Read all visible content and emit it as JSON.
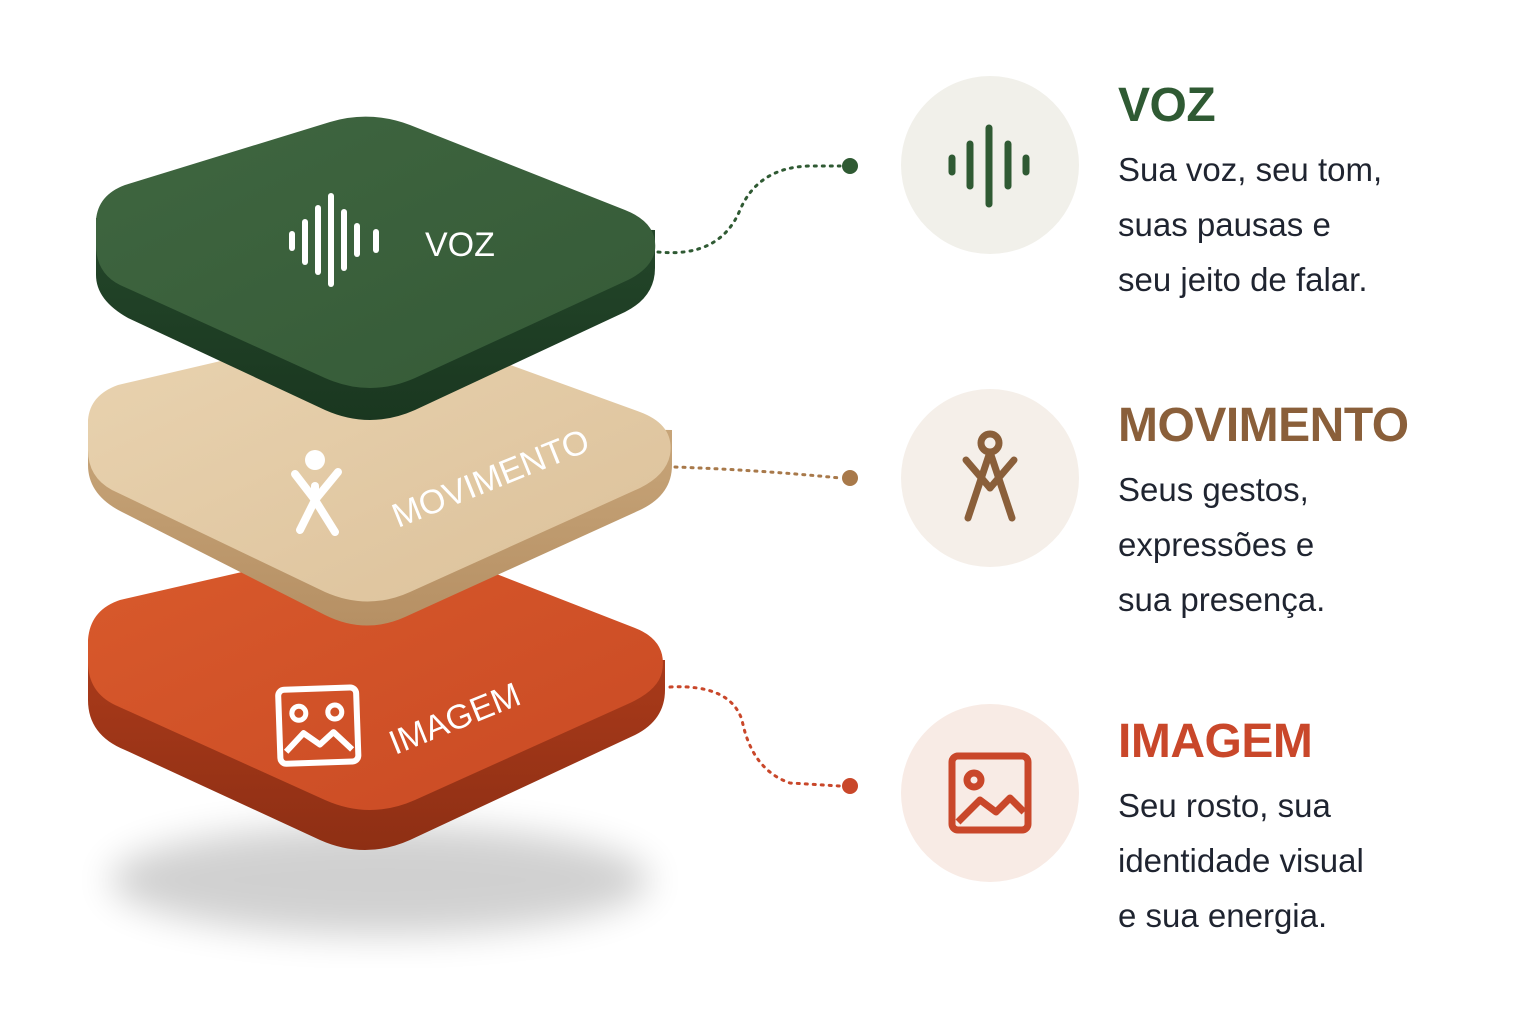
{
  "colors": {
    "voz": "#3b5e3b",
    "movimento": "#d9c09a",
    "imagem": "#cc4e28",
    "voz_text": "#2f5a33",
    "movimento_text": "#8a5f3a",
    "imagem_text": "#c9472a",
    "body_text": "#1f2430"
  },
  "layers": {
    "voz": {
      "label": "VOZ",
      "icon": "waveform-icon"
    },
    "movimento": {
      "label": "MOVIMENTO",
      "icon": "person-icon"
    },
    "imagem": {
      "label": "IMAGEM",
      "icon": "image-icon"
    }
  },
  "panels": [
    {
      "key": "voz",
      "title": "VOZ",
      "description": "Sua voz, seu tom,\nsuas pausas e\nseu jeito de falar.",
      "icon": "waveform-icon"
    },
    {
      "key": "movimento",
      "title": "MOVIMENTO",
      "description": "Seus gestos,\nexpressões e\nsua presença.",
      "icon": "compass-figure-icon"
    },
    {
      "key": "imagem",
      "title": "IMAGEM",
      "description": "Seu rosto, sua\nidentidade visual\ne sua energia.",
      "icon": "image-icon"
    }
  ]
}
